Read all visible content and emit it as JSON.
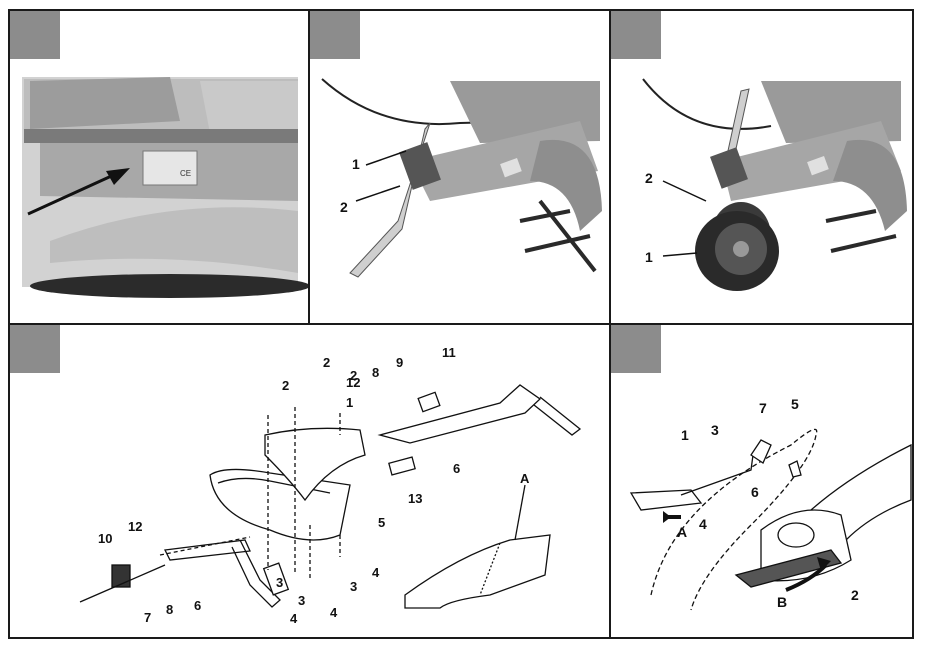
{
  "panels": [
    {
      "id": "fig1",
      "callouts": []
    },
    {
      "id": "fig2",
      "callouts": [
        "1",
        "2"
      ]
    },
    {
      "id": "fig3",
      "callouts": [
        "2",
        "1"
      ]
    },
    {
      "id": "fig4",
      "callouts": [
        "2",
        "2",
        "2",
        "1",
        "12",
        "8",
        "9",
        "11",
        "6",
        "13",
        "5",
        "4",
        "3",
        "4",
        "3",
        "4",
        "3",
        "6",
        "8",
        "7",
        "10",
        "12",
        "A"
      ]
    },
    {
      "id": "fig5",
      "callouts": [
        "1",
        "3",
        "7",
        "5",
        "6",
        "4",
        "A",
        "B",
        "2"
      ]
    }
  ],
  "colors": {
    "photo_bg": "#d8d8d8",
    "metal": "#a9a9a9",
    "dark": "#2a2a2a",
    "badge": "#8c8c8c"
  }
}
